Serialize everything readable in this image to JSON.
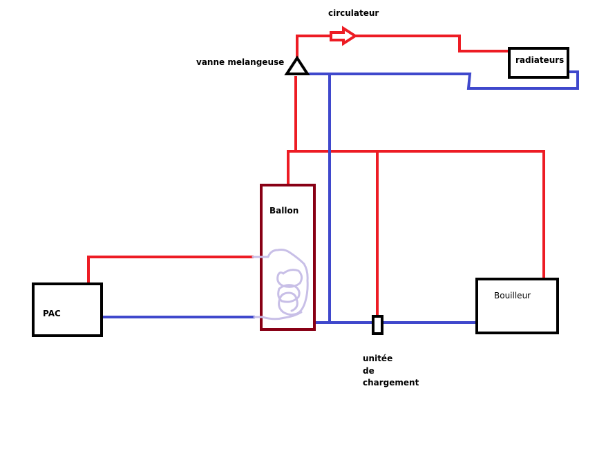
{
  "diagram": {
    "type": "hydraulic-heating-schematic",
    "colors": {
      "hot_pipe": "#ed1c24",
      "cold_pipe": "#3f48cc",
      "component_border": "#000000",
      "tank_border": "#880015",
      "exchanger_coil": "#c8bfe7"
    },
    "components": {
      "pac": {
        "label": "PAC"
      },
      "ballon": {
        "label": "Ballon"
      },
      "bouilleur": {
        "label": "Bouilleur"
      },
      "radiateurs": {
        "label": "radiateurs"
      },
      "vanne": {
        "label": "vanne melangeuse"
      },
      "circulateur": {
        "label": "circulateur"
      },
      "unite": {
        "label_lines": [
          "unitée",
          "de",
          "chargement"
        ]
      }
    },
    "connections": [
      {
        "from": "pac",
        "to": "ballon",
        "type": "hot"
      },
      {
        "from": "ballon",
        "to": "pac",
        "type": "cold"
      },
      {
        "from": "ballon",
        "to": "vanne",
        "type": "hot"
      },
      {
        "from": "vanne",
        "to": "circulateur",
        "type": "hot"
      },
      {
        "from": "circulateur",
        "to": "radiateurs",
        "type": "hot"
      },
      {
        "from": "radiateurs",
        "to": "vanne",
        "type": "cold"
      },
      {
        "from": "bouilleur",
        "to": "ballon",
        "type": "hot"
      },
      {
        "from": "ballon",
        "to": "unite",
        "type": "cold"
      },
      {
        "from": "unite",
        "to": "bouilleur",
        "type": "cold"
      }
    ]
  }
}
